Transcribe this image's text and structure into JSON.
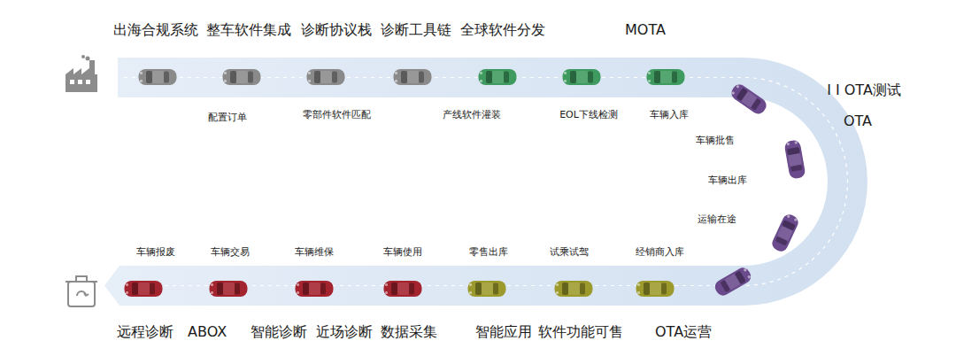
{
  "diagram": {
    "labels": [
      "出海合规系统",
      "整车软件集成",
      "诊断协议栈",
      "诊断工具链",
      "全球软件分发",
      "MOTA",
      "配置订单",
      "零部件软件匹配",
      "产线软件灌装",
      "EOL下线检测",
      "车辆入库",
      "I I OTA测试",
      "OTA",
      "车辆批售",
      "车辆出库",
      "运输在途",
      "车辆报废",
      "车辆交易",
      "车辆维保",
      "车辆使用",
      "零售出库",
      "试乘试驾",
      "经销商入库",
      "远程诊断",
      "ABOX",
      "智能诊断",
      "近场诊断",
      "数据采集",
      "智能应用",
      "软件功能可售",
      "OTA运营"
    ]
  }
}
